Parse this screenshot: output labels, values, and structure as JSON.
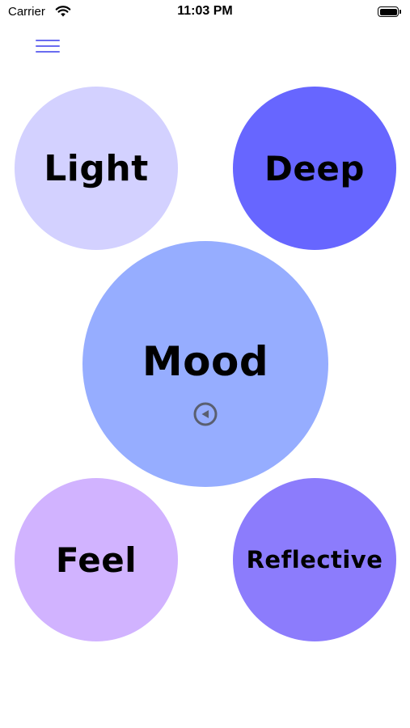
{
  "status_bar": {
    "carrier": "Carrier",
    "time": "11:03 PM",
    "wifi_icon": "wifi-icon",
    "battery_icon": "battery-icon"
  },
  "menu": {
    "icon": "hamburger-menu-icon",
    "color": "#6a6cf0"
  },
  "bubbles": {
    "light": {
      "label": "Light",
      "color": "#d3d1ff"
    },
    "deep": {
      "label": "Deep",
      "color": "#6766ff"
    },
    "mood": {
      "label": "Mood",
      "color": "#96adff",
      "play_icon": "play-circle-icon"
    },
    "feel": {
      "label": "Feel",
      "color": "#d1b3ff"
    },
    "reflective": {
      "label": "Reflective",
      "color": "#8c7cfc"
    }
  }
}
